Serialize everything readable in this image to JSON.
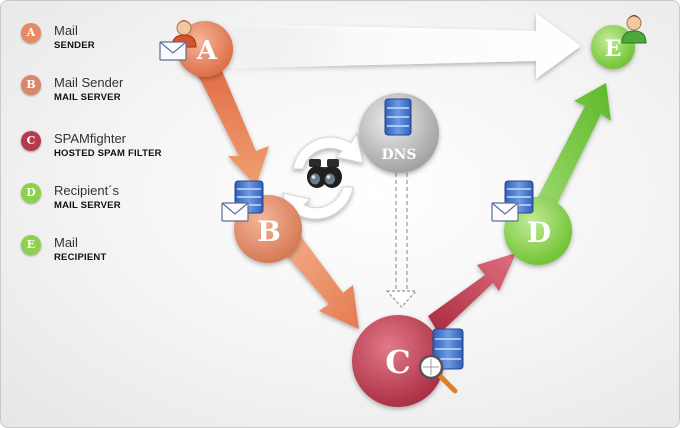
{
  "legend": [
    {
      "letter": "A",
      "title": "Mail",
      "subtitle": "SENDER",
      "color": "#e58a63"
    },
    {
      "letter": "B",
      "title": "Mail Sender",
      "subtitle": "MAIL SERVER",
      "color": "#d9876a"
    },
    {
      "letter": "C",
      "title": "SPAMfighter",
      "subtitle": "HOSTED SPAM FILTER",
      "color": "#b63a4c"
    },
    {
      "letter": "D",
      "title": "Recipient´s",
      "subtitle": "MAIL SERVER",
      "color": "#8cd14a"
    },
    {
      "letter": "E",
      "title": "Mail",
      "subtitle": "RECIPIENT",
      "color": "#8fd14e"
    }
  ],
  "nodes": {
    "a": "A",
    "b": "B",
    "c": "C",
    "d": "D",
    "e": "E",
    "dns": "DNS"
  },
  "colors": {
    "orange": "#e8875c",
    "red": "#b8384a",
    "green": "#7ec93c",
    "server_blue": "#4a78c9"
  }
}
